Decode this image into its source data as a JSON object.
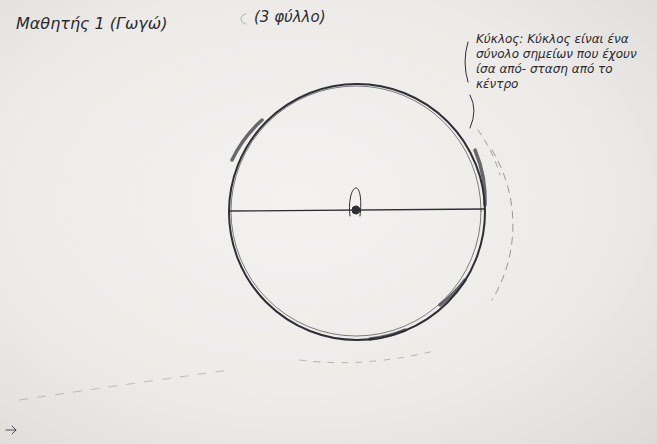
{
  "diagram": {
    "labels": [
      "Μαθητής 1 (Γωγώ)",
      "(3 φύλλο)",
      "Κύκλος: Κύκλος είναι ένα σύνολο σημείων που έχουν ίσα από- σταση από το κέντρο"
    ]
  }
}
